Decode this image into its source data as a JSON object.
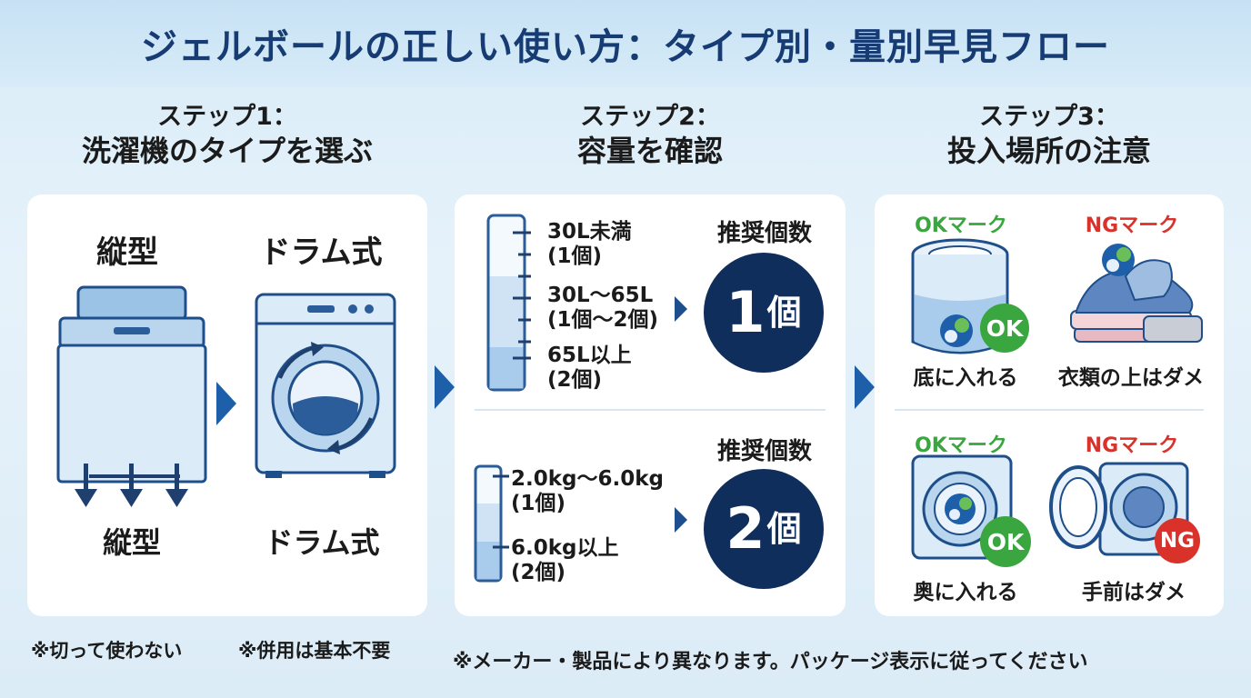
{
  "title": "ジェルボールの正しい使い方：タイプ別・量別早見フロー",
  "steps": [
    {
      "label": "ステップ1：",
      "title": "洗濯機のタイプを選ぶ"
    },
    {
      "label": "ステップ2：",
      "title": "容量を確認"
    },
    {
      "label": "ステップ3：",
      "title": "投入場所の注意"
    }
  ],
  "panel1": {
    "top_left": "縦型",
    "top_right": "ドラム式",
    "bottom_left": "縦型",
    "bottom_right": "ドラム式"
  },
  "panel2": {
    "upper": {
      "levels": [
        {
          "range": "30L未満",
          "count": "(1個)"
        },
        {
          "range": "30L～65L",
          "count": "(1個～2個)"
        },
        {
          "range": "65L以上",
          "count": "(2個)"
        }
      ],
      "header": "推奨個数",
      "number": "1",
      "unit": "個"
    },
    "lower": {
      "levels": [
        {
          "range": "2.0kg～6.0kg",
          "count": "(1個)"
        },
        {
          "range": "6.0kg以上",
          "count": "(2個)"
        }
      ],
      "header": "推奨個数",
      "number": "2",
      "unit": "個"
    }
  },
  "panel3": {
    "items": [
      {
        "mark": "OKマーク",
        "badge": "OK",
        "caption": "底に入れる"
      },
      {
        "mark": "NGマーク",
        "badge": "",
        "caption": "衣類の上はダメ"
      },
      {
        "mark": "OKマーク",
        "badge": "OK",
        "caption": "奥に入れる"
      },
      {
        "mark": "NGマーク",
        "badge": "NG",
        "caption": "手前はダメ"
      }
    ]
  },
  "notes": [
    "※切って使わない",
    "※併用は基本不要",
    "※メーカー・製品により異なります。パッケージ表示に従ってください"
  ],
  "colors": {
    "navy": "#0f2e5c",
    "accent_blue": "#1d5fa8",
    "ok_green": "#3aa63f",
    "ng_red": "#d9322b",
    "light_blue": "#cfe3f4"
  }
}
